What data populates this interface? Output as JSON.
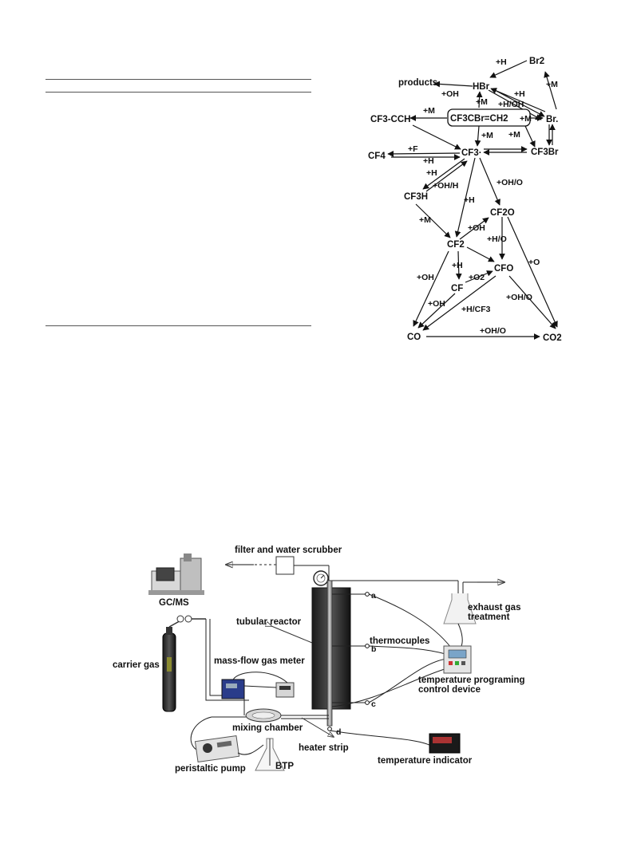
{
  "mechanism": {
    "species": {
      "br2": "Br2",
      "hbr": "HBr",
      "products": "products",
      "btp": "CF3CBr=CH2",
      "br_radical": "Br.",
      "cf3cch": "CF3-CCH",
      "cf3": "CF3·",
      "cf3br": "CF3Br",
      "cf4": "CF4",
      "cf3h": "CF3H",
      "cf2o": "CF2O",
      "cf2": "CF2",
      "cfo": "CFO",
      "cf": "CF",
      "co": "CO",
      "co2": "CO2"
    },
    "reactions": {
      "h_br2_hbr": "+H",
      "m_br_br2": "+M",
      "oh_products": "+OH",
      "m_btp_hbr": "+M",
      "h_hbr_br": "+H",
      "hoh_btp_br": "+H/OH",
      "m_btp_br": "+M",
      "m_btp_cf3cch": "+M",
      "m_btp_cf3": "+M",
      "m_btp_cf3br": "+M",
      "f_cf3_cf4": "+F",
      "h_cf4": "+H",
      "h_cf3_cf3h": "+H",
      "ohh_cf3h": "+OH/H",
      "h_cf3_cf2": "+H",
      "oho_cf3_cf2o": "+OH/O",
      "m_cf3h_cf2": "+M",
      "oh_cf2_cf2o": "+OH",
      "ho_cf2o_cfo": "+H/O",
      "h_cf2_cf": "+H",
      "o_cf2o_co2": "+O",
      "oh_cf2_co": "+OH",
      "o2_cf_cfo": "+O2",
      "oh_cf_co": "+OH",
      "hcf3_cfo_co": "+H/CF3",
      "oho_cfo_co2": "+OH/O",
      "oho_co_co2": "+OH/O"
    }
  },
  "apparatus": {
    "labels": {
      "filter": "filter and water scrubber",
      "gcms": "GC/MS",
      "exhaust": "exhaust gas treatment",
      "tubular_reactor": "tubular reactor",
      "thermocouples": "thermocuples",
      "carrier_gas": "carrier gas",
      "mass_flow": "mass-flow gas meter",
      "temp_control": "temperature programing control device",
      "mixing_chamber": "mixing chamber",
      "heater_strip": "heater strip",
      "peristaltic_pump": "peristaltic pump",
      "btp": "BTP",
      "temp_indicator": "temperature indicator",
      "point_a": "a",
      "point_b": "b",
      "point_c": "c",
      "point_d": "d"
    }
  }
}
